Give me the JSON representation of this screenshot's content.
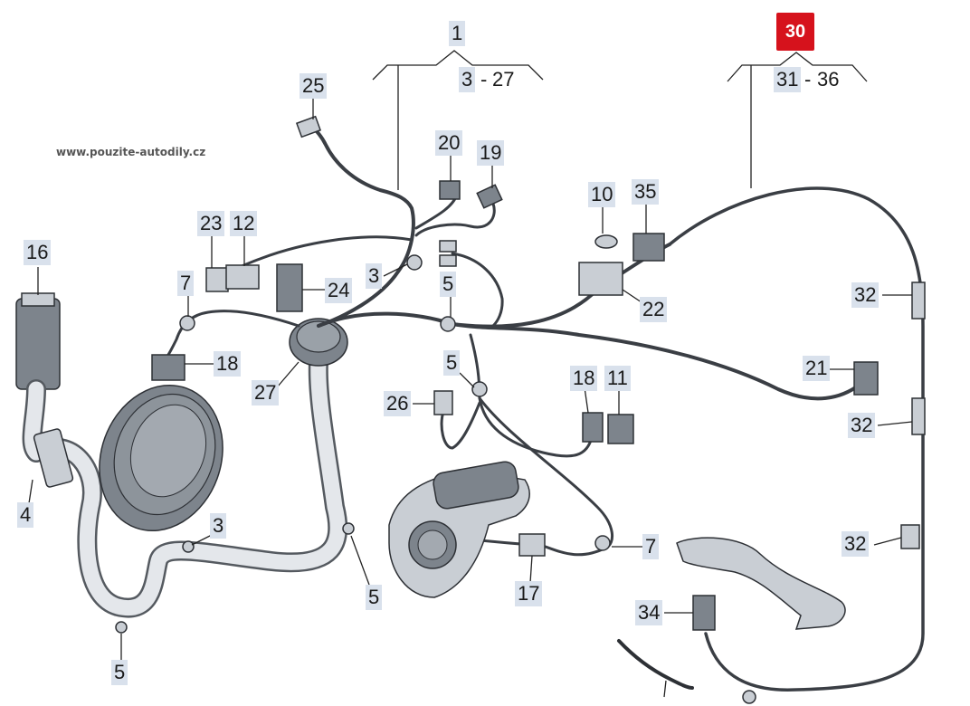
{
  "watermark": "www.pouzite-autodily.cz",
  "accent_color": "#d6121c",
  "label_bg_color": "#d9e1ec",
  "groups": [
    {
      "label": "1",
      "range_start": "3",
      "range_sep": "-",
      "range_end": "27"
    },
    {
      "label": "30",
      "range_start": "31",
      "range_sep": "-",
      "range_end": "36",
      "highlighted": true
    }
  ],
  "callouts": {
    "c25": "25",
    "c20": "20",
    "c19": "19",
    "c16": "16",
    "c23": "23",
    "c12": "12",
    "c10": "10",
    "c35": "35",
    "c3a": "3",
    "c5a": "5",
    "c7a": "7",
    "c24": "24",
    "c22": "22",
    "c32a": "32",
    "c18a": "18",
    "c27": "27",
    "c5b": "5",
    "c21": "21",
    "c26": "26",
    "c18b": "18",
    "c11": "11",
    "c32b": "32",
    "c4": "4",
    "c3b": "3",
    "c32c": "32",
    "c7b": "7",
    "c5c": "5",
    "c17": "17",
    "c34": "34",
    "c5d": "5"
  }
}
